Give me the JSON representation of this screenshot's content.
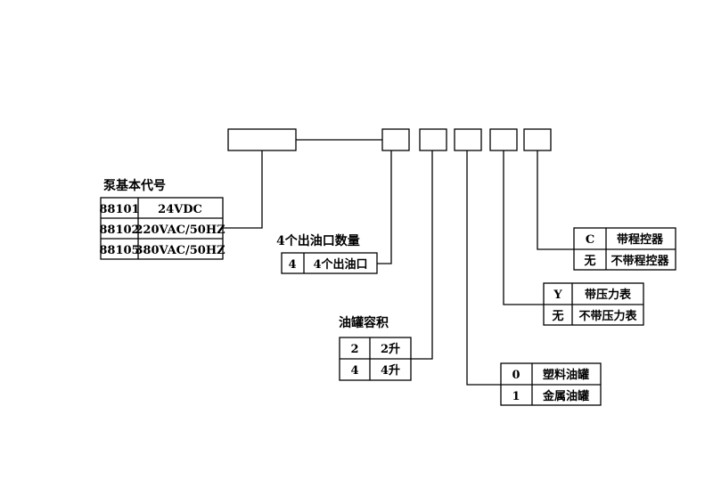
{
  "pump": {
    "title": "泵基本代号",
    "rows": [
      {
        "code": "88101",
        "desc": "24VDC"
      },
      {
        "code": "88102",
        "desc": "220VAC/50HZ"
      },
      {
        "code": "88105",
        "desc": "380VAC/50HZ"
      }
    ]
  },
  "outlets": {
    "title": "4个出油口数量",
    "rows": [
      {
        "code": "4",
        "desc": "4个出油口"
      }
    ]
  },
  "capacity": {
    "title": "油罐容积",
    "rows": [
      {
        "code": "2",
        "desc": "2升"
      },
      {
        "code": "4",
        "desc": "4升"
      }
    ]
  },
  "tank_material": {
    "rows": [
      {
        "code": "0",
        "desc": "塑料油罐"
      },
      {
        "code": "1",
        "desc": "金属油罐"
      }
    ]
  },
  "pressure_gauge": {
    "rows": [
      {
        "code": "Y",
        "desc": "带压力表"
      },
      {
        "code": "无",
        "desc": "不带压力表"
      }
    ]
  },
  "controller": {
    "rows": [
      {
        "code": "C",
        "desc": "带程控器"
      },
      {
        "code": "无",
        "desc": "不带程控器"
      }
    ]
  }
}
